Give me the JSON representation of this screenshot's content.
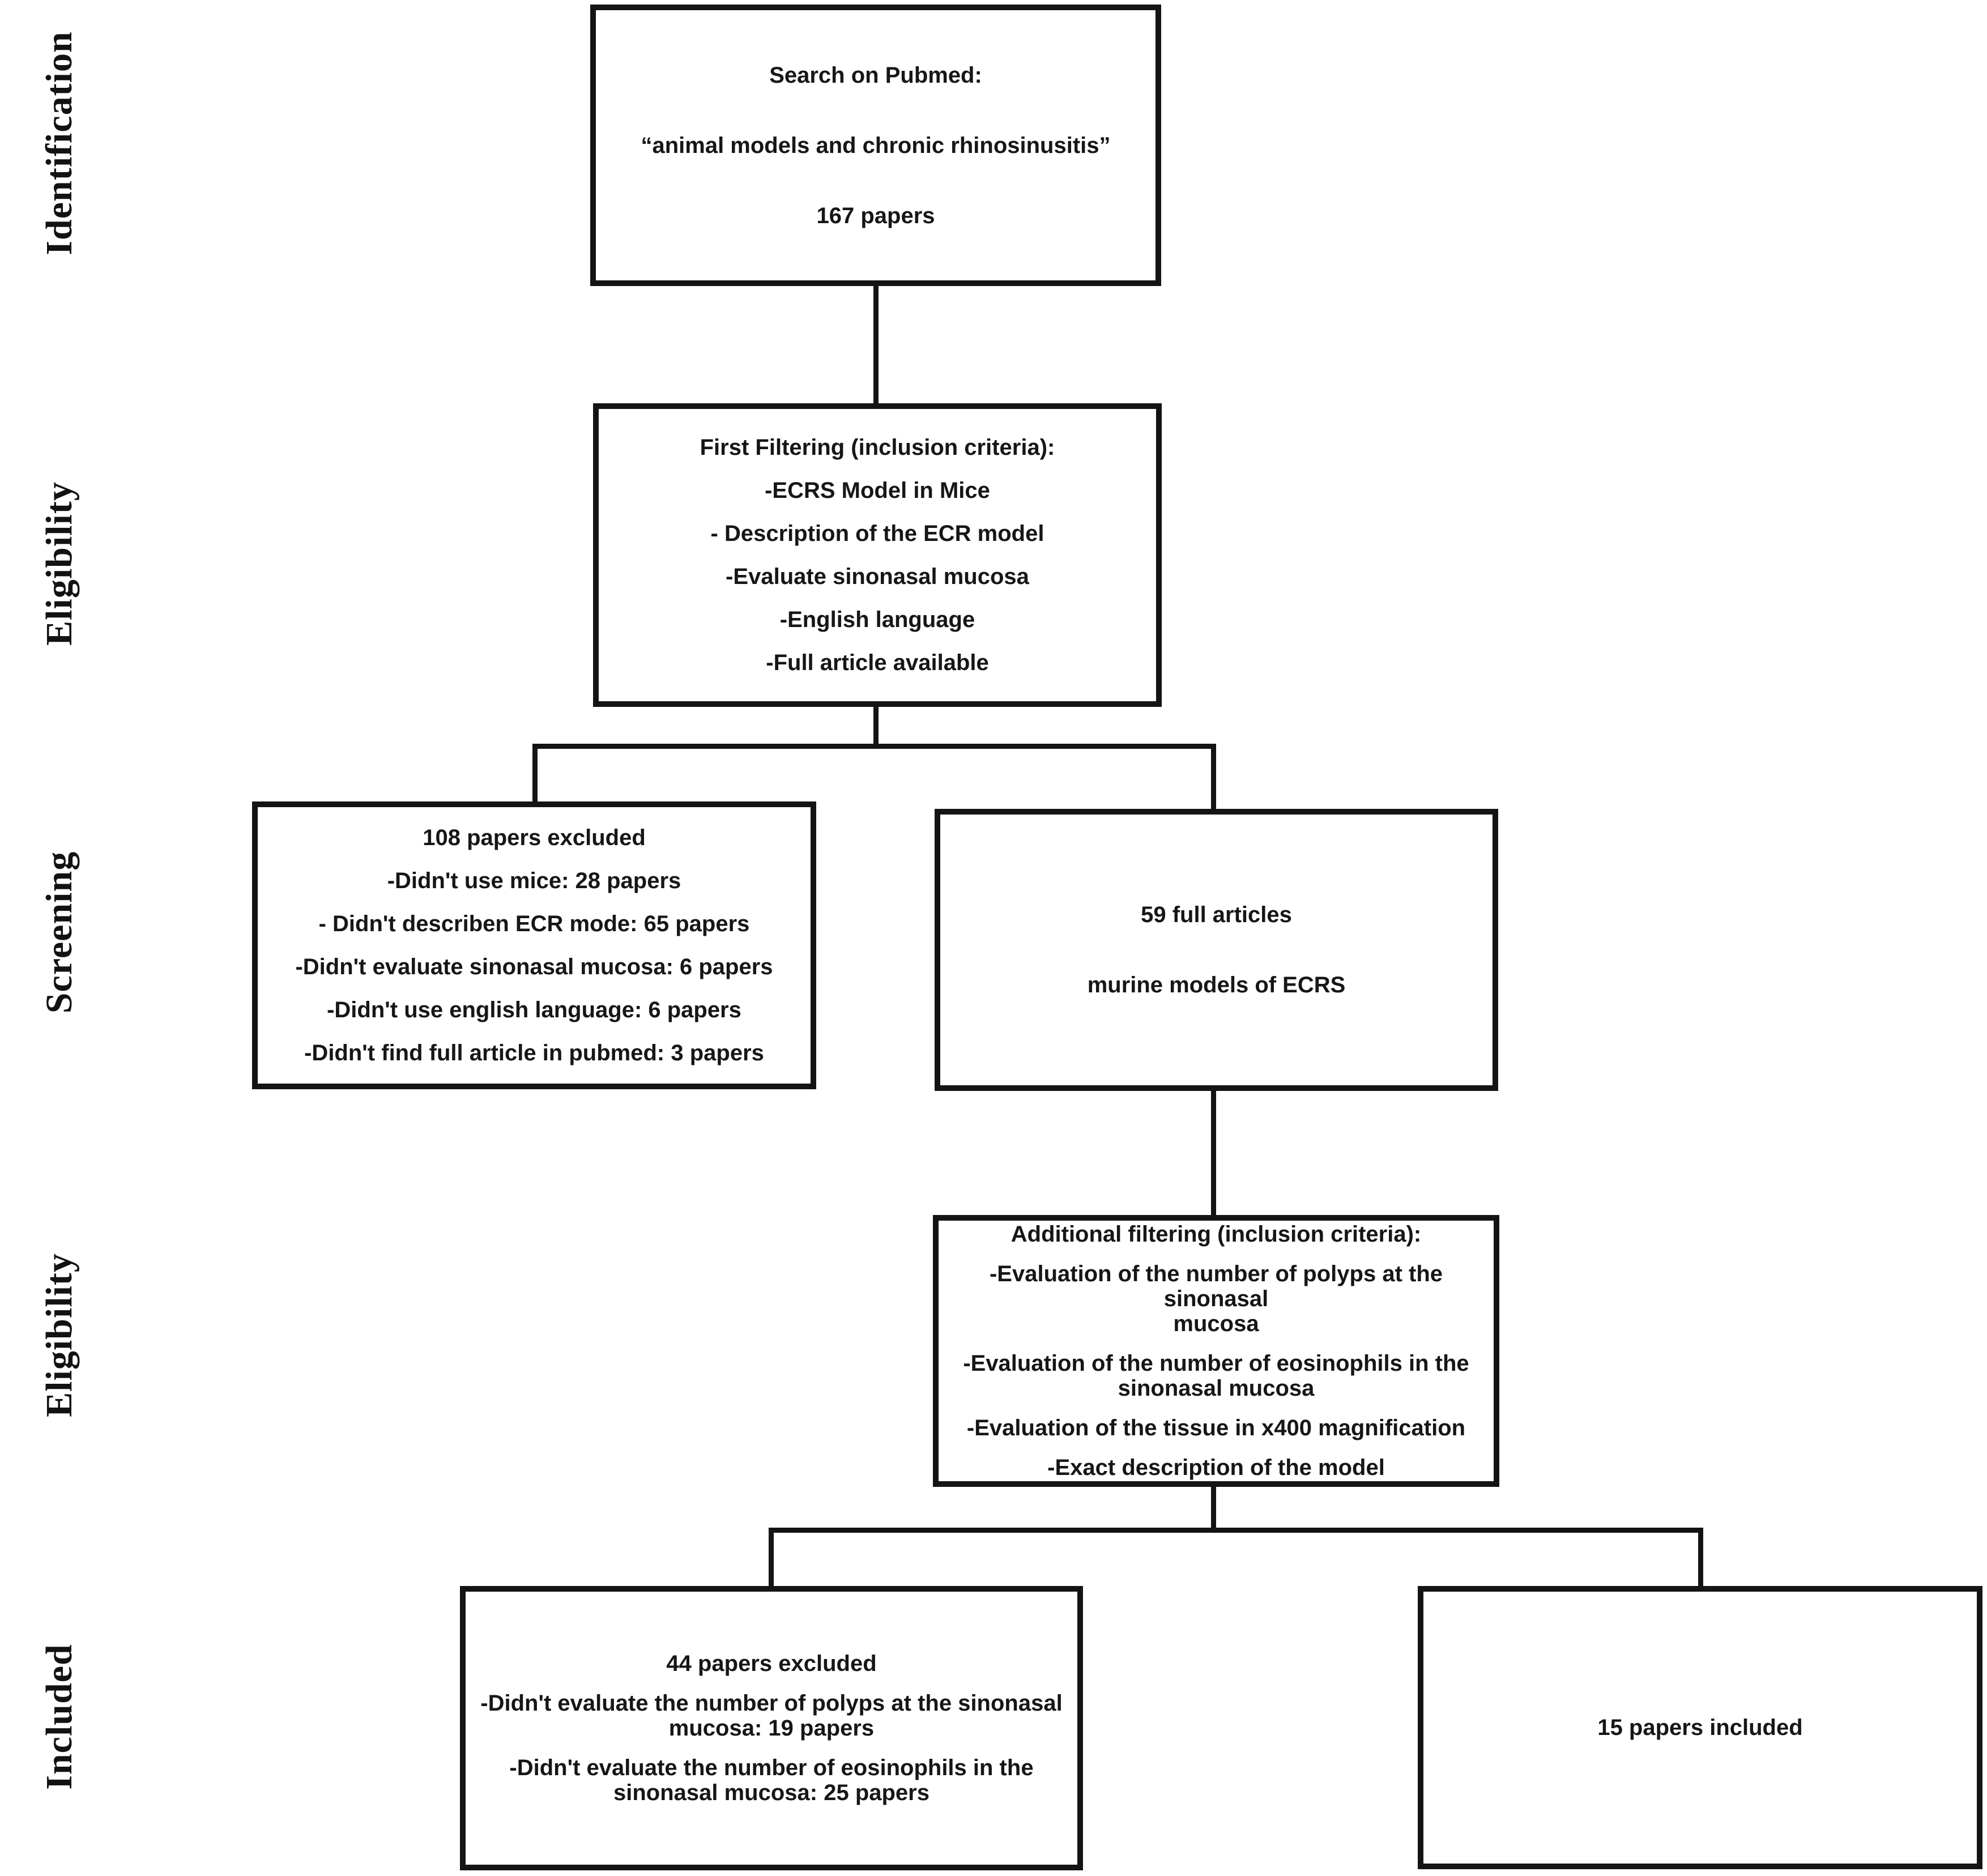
{
  "page": {
    "background_color": "#ffffff",
    "ink_color": "#141414",
    "type_label": "PRISMA-style literature selection flow diagram"
  },
  "stage_labels": [
    {
      "label": "Identification"
    },
    {
      "label": "Eligibility"
    },
    {
      "label": "Screening"
    },
    {
      "label": "Eligibility"
    },
    {
      "label": "Included"
    }
  ],
  "boxes": {
    "search": {
      "lines": [
        "Search on Pubmed:",
        "“animal models and chronic rhinosinusitis”",
        "167 papers"
      ]
    },
    "first_filtering": {
      "lines": [
        "First Filtering (inclusion criteria):",
        "-ECRS Model in Mice",
        "- Description of the ECR model",
        "-Evaluate sinonasal mucosa",
        "-English language",
        "-Full article available"
      ]
    },
    "excluded_108": {
      "lines": [
        "108 papers excluded",
        "-Didn't use mice: 28 papers",
        "- Didn't describen ECR mode: 65 papers",
        "-Didn't evaluate sinonasal mucosa: 6 papers",
        "-Didn't use english language: 6 papers",
        "-Didn't find full article in pubmed: 3 papers"
      ]
    },
    "full_articles_59": {
      "lines": [
        "59 full articles",
        "murine models of ECRS"
      ]
    },
    "additional_filtering": {
      "lines": [
        "Additional filtering (inclusion criteria):",
        "-Evaluation of the number of polyps at the sinonasal\nmucosa",
        "-Evaluation of the number of eosinophils in the\nsinonasal mucosa",
        "-Evaluation of the tissue in x400 magnification",
        "-Exact description of the model"
      ]
    },
    "excluded_44": {
      "lines": [
        "44 papers excluded",
        "-Didn't evaluate the number of polyps at the sinonasal\nmucosa: 19 papers",
        "-Didn't evaluate the number of eosinophils in the\nsinonasal mucosa:  25 papers"
      ]
    },
    "included_15": {
      "lines": [
        "15 papers included"
      ]
    }
  }
}
